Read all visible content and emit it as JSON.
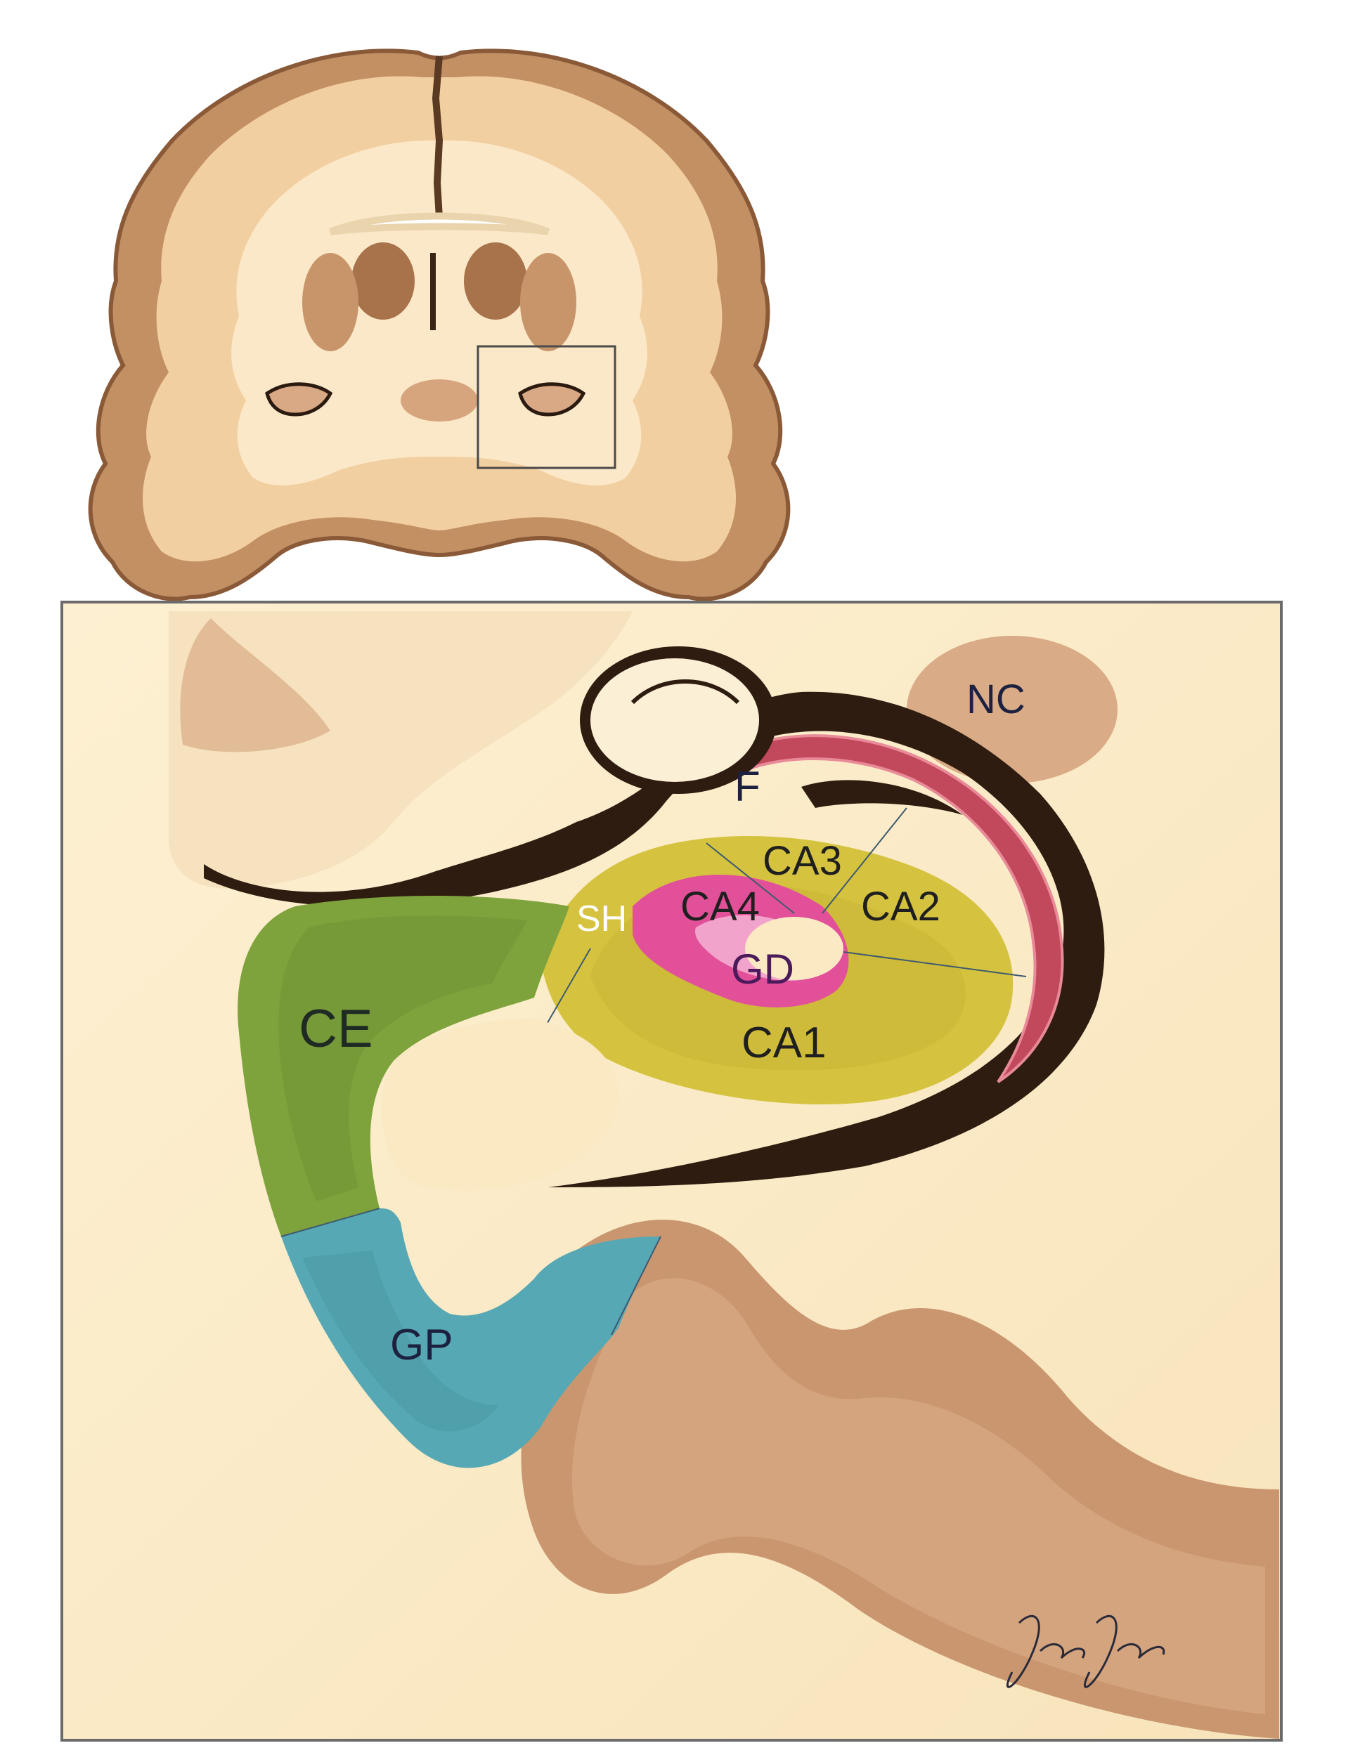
{
  "labels": {
    "nc": "NC",
    "f": "F",
    "ca3": "CA3",
    "ca4": "CA4",
    "ca2": "CA2",
    "sh": "SH",
    "gd": "GD",
    "ca1": "CA1",
    "ce": "CE",
    "gp": "GP"
  },
  "signature": "Jose Jones",
  "colors": {
    "white_matter": "#fbe9c4",
    "gray_matter": "#c8956b",
    "dark_line": "#2a1a10",
    "choroid": "#c2485b",
    "ca_yellow": "#d5c33f",
    "gd_pink": "#e2509a",
    "ce_green": "#7ea33c",
    "gp_blue": "#56a8b4",
    "label_dark": "#1d2140"
  }
}
